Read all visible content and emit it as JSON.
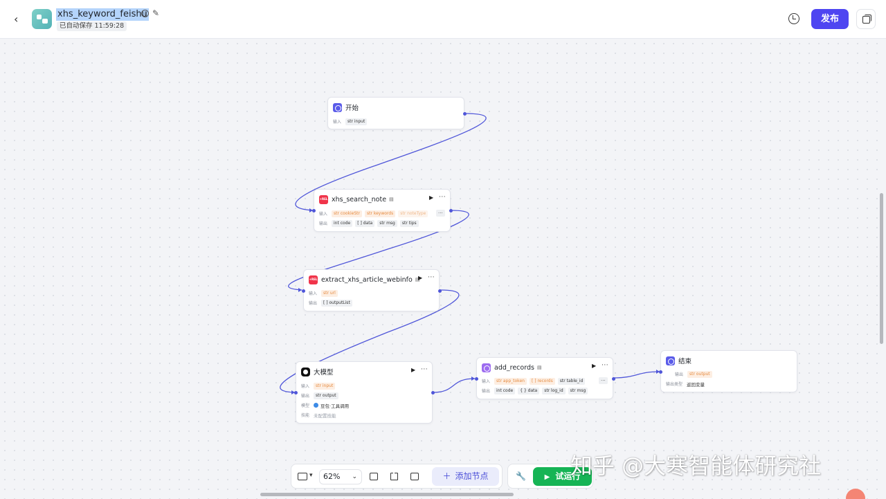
{
  "header": {
    "back": "‹",
    "title": "xhs_keyword_feishu",
    "autosave": "已自动保存 11:59:28",
    "publish_label": "发布"
  },
  "nodes": {
    "start": {
      "title": "开始",
      "input_label": "输入",
      "inputs": [
        "str input"
      ]
    },
    "xhs_search": {
      "title": "xhs_search_note",
      "input_label": "输入",
      "inputs": [
        "str cookieStr",
        "str keywords",
        "str noteType"
      ],
      "output_label": "输出",
      "outputs": [
        "int code",
        "[ ] data",
        "str msg",
        "str tips"
      ]
    },
    "extract": {
      "title": "extract_xhs_article_webinfo",
      "input_label": "输入",
      "inputs": [
        "str url"
      ],
      "output_label": "输出",
      "outputs": [
        "[ ] outputList"
      ]
    },
    "llm": {
      "title": "大模型",
      "input_label": "输入",
      "inputs": [
        "str input"
      ],
      "output_label": "输出",
      "outputs": [
        "str output"
      ],
      "model_label": "模型",
      "model_value": "豆包·工具调用",
      "skill_label": "技能",
      "skill_value": "未配置技能"
    },
    "add_records": {
      "title": "add_records",
      "input_label": "输入",
      "inputs": [
        "str app_token",
        "[ ] records",
        "str table_id"
      ],
      "output_label": "输出",
      "outputs": [
        "int code",
        "{ } data",
        "str log_id",
        "str msg"
      ]
    },
    "end": {
      "title": "结束",
      "output_label": "输出",
      "outputs": [
        "str output"
      ],
      "output_type_label": "输出类型",
      "output_type_value": "返回变量"
    }
  },
  "toolbar": {
    "zoom": "62%",
    "add_node_label": "添加节点",
    "trial_run_label": "试运行"
  },
  "watermark": "知乎 @大寒智能体研究社",
  "colors": {
    "accent": "#4e45f1",
    "edge": "#4f56d9",
    "run_green": "#16b455",
    "variable_orange": "#e58a3f"
  }
}
